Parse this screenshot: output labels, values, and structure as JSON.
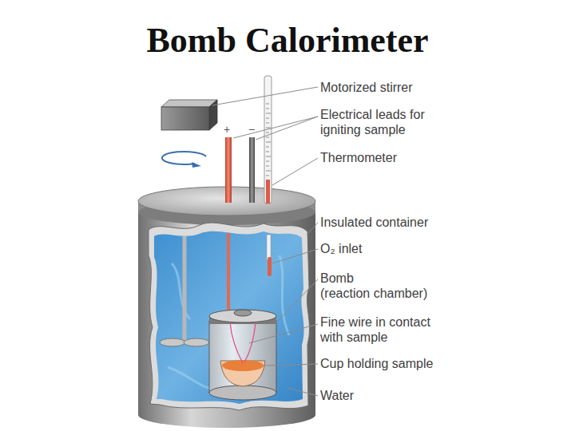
{
  "diagram": {
    "title": "Bomb Calorimeter",
    "labels": [
      "Motorized stirrer",
      "+",
      "−",
      "Electrical leads for igniting sample",
      "Thermometer",
      "Insulated container",
      "O₂ inlet",
      "Bomb (reaction chamber)",
      "Fine wire in contact with sample",
      "Cup holding sample",
      "Water"
    ]
  }
}
